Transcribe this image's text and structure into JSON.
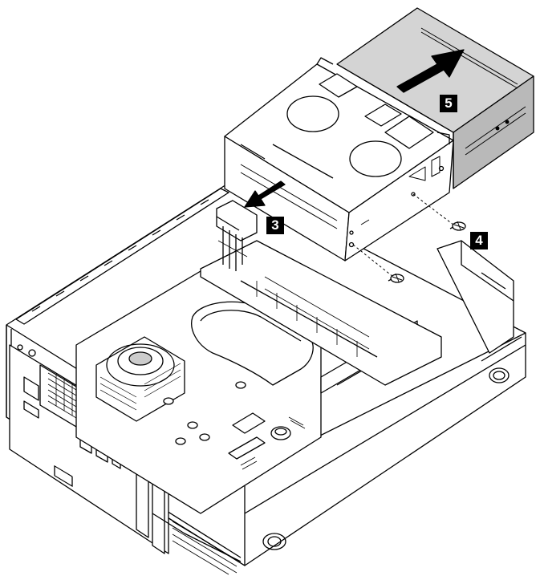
{
  "callouts": {
    "step3": "3",
    "step4": "4",
    "step5": "5"
  },
  "colors": {
    "line": "#000000",
    "drive_face": "#d4d4d4",
    "drive_front": "#b9b9b9",
    "chassis_fill": "#ffffff",
    "callout_bg": "#000000",
    "callout_text": "#ffffff"
  },
  "icons": {
    "arrow_large": "arrow-up-right-icon",
    "arrow_small": "arrow-down-left-icon",
    "screw": "screw-icon"
  }
}
